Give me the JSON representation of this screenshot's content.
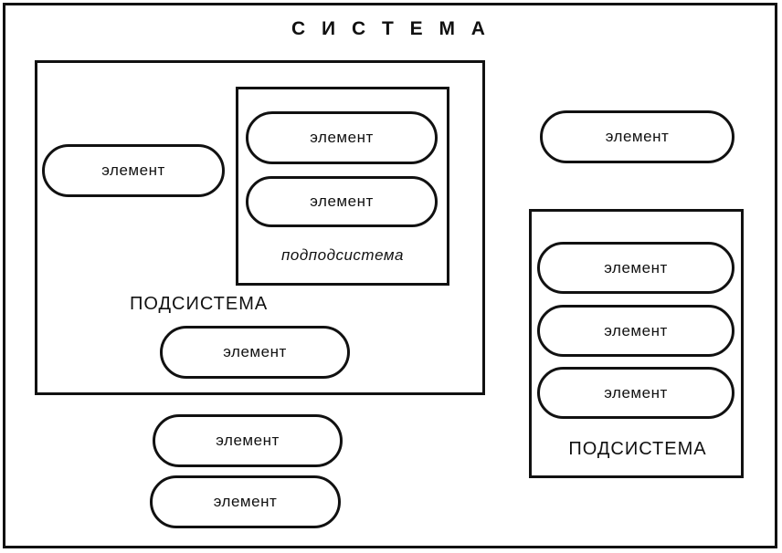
{
  "system": {
    "title": "С И С Т Е М А"
  },
  "subsystem_left": {
    "label": "ПОДСИСТЕМА",
    "element_a": "элемент",
    "element_b": "элемент"
  },
  "subsubsystem": {
    "label": "подподсистема",
    "element_a": "элемент",
    "element_b": "элемент"
  },
  "subsystem_right": {
    "label": "ПОДСИСТЕМА",
    "element_a": "элемент",
    "element_b": "элемент",
    "element_c": "элемент"
  },
  "free_elements": {
    "top_right": "элемент",
    "bottom_a": "элемент",
    "bottom_b": "элемент"
  }
}
